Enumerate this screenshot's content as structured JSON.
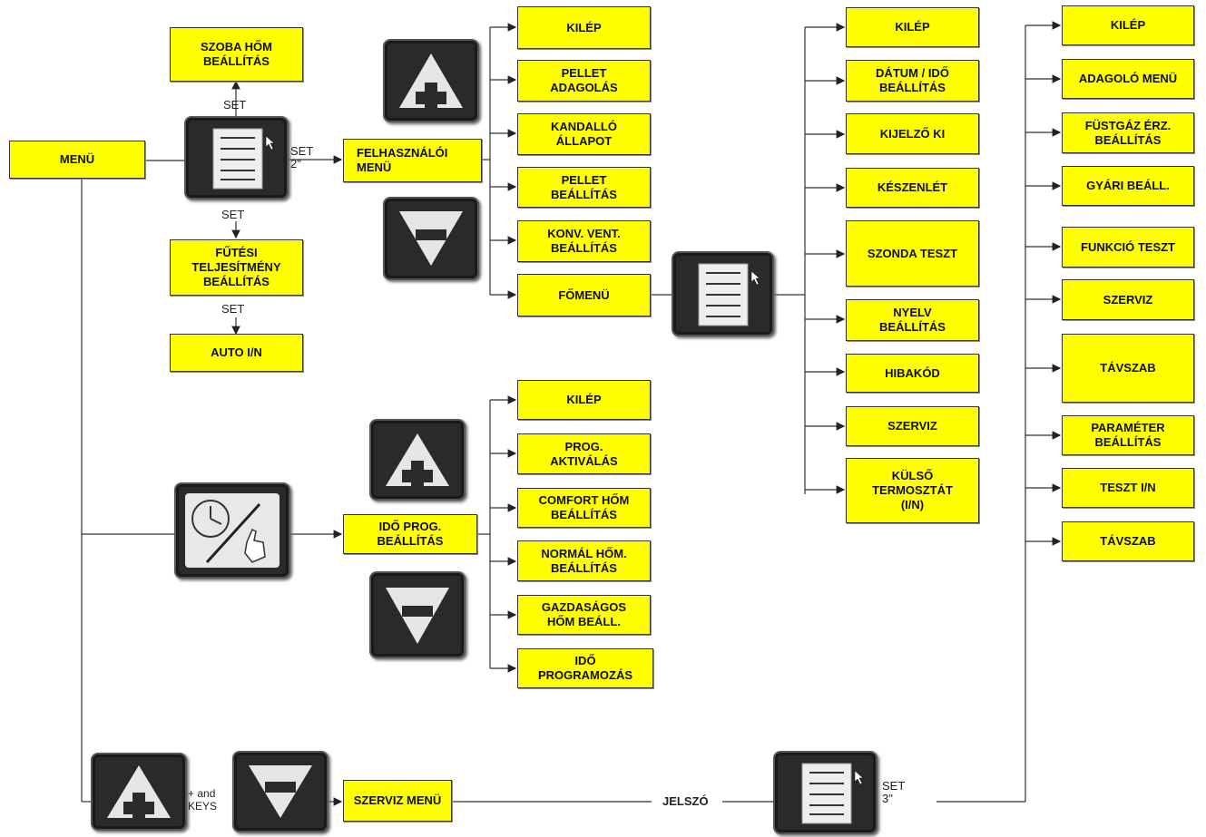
{
  "root": {
    "menu": "MENÜ"
  },
  "left_column": {
    "szoba": "SZOBA HŐM\nBEÁLLÍTÁS",
    "futesi": "FŰTÉSI\nTELJESÍTMÉNY\nBEÁLLÍTÁS",
    "auto": "AUTO I/N",
    "set_up": "SET",
    "set_down": "SET",
    "set_down2": "SET",
    "set_2": "SET\n2\""
  },
  "user_menu": {
    "title": "FELHASZNÁLÓI\nMENÜ",
    "items": [
      "KILÉP",
      "PELLET\nADAGOLÁS",
      "KANDALLÓ\nÁLLAPOT",
      "PELLET\nBEÁLLÍTÁS",
      "KONV. VENT.\nBEÁLLÍTÁS",
      "FŐMENÜ"
    ]
  },
  "main_menu": {
    "items": [
      "KILÉP",
      "DÁTUM / IDŐ\nBEÁLLÍTÁS",
      "KIJELZŐ KI",
      "KÉSZENLÉT",
      "SZONDA TESZT",
      "NYELV\nBEÁLLÍTÁS",
      "HIBAKÓD",
      "SZERVIZ",
      "KÜLSŐ\nTERMOSZTÁT\n(I/N)"
    ]
  },
  "time_prog": {
    "title": "IDŐ PROG.\nBEÁLLÍTÁS",
    "items": [
      "KILÉP",
      "PROG.\nAKTIVÁLÁS",
      "COMFORT HŐM\nBEÁLLÍTÁS",
      "NORMÁL HŐM.\nBEÁLLÍTÁS",
      "GAZDASÁGOS\nHŐM BEÁLL.",
      "IDŐ\nPROGRAMOZÁS"
    ]
  },
  "service": {
    "title": "SZERVIZ MENÜ",
    "keys_label": "+ and\nKEYS",
    "password": "JELSZÓ",
    "set_3": "SET\n3\"",
    "items": [
      "KILÉP",
      "ADAGOLÓ MENÜ",
      "FÜSTGÁZ ÉRZ.\nBEÁLLÍTÁS",
      "GYÁRI BEÁLL.",
      "FUNKCIÓ TESZT",
      "SZERVIZ",
      "TÁVSZAB",
      "PARAMÉTER\nBEÁLLÍTÁS",
      "TESZT I/N",
      "TÁVSZAB"
    ]
  },
  "icons": [
    "plus-key-icon",
    "minus-key-icon",
    "menu-display-icon",
    "clock-hand-icon"
  ],
  "colors": {
    "box_fill": "#ffff00",
    "panel": "#2a2a2a",
    "line": "#333333"
  }
}
